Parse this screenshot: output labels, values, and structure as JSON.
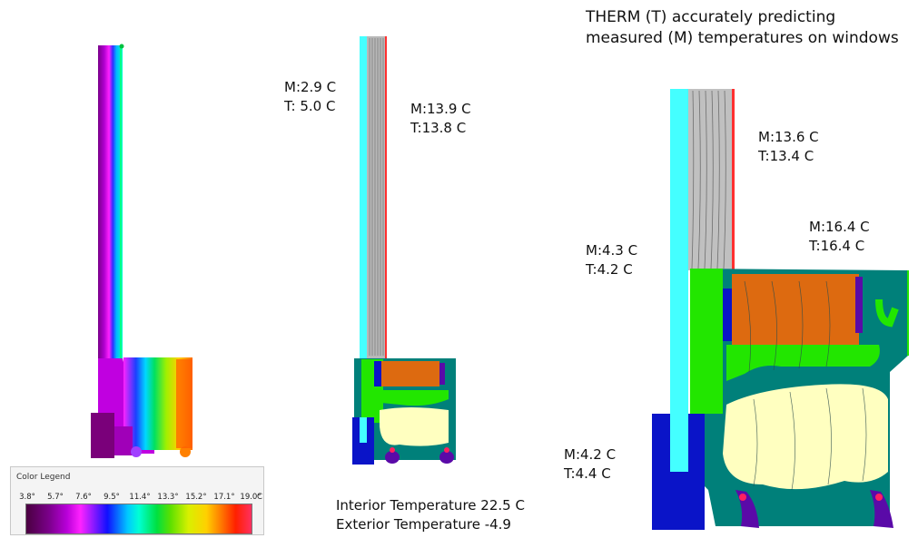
{
  "title_lines": [
    "THERM (T) accurately predicting",
    "measured (M) temperatures on windows"
  ],
  "labels": {
    "mid_outer": {
      "m": "M:2.9 C",
      "t": "T: 5.0 C"
    },
    "mid_inner": {
      "m": "M:13.9 C",
      "t": "T:13.8 C"
    },
    "right_glass": {
      "m": "M:13.6 C",
      "t": "T:13.4 C"
    },
    "right_frame": {
      "m": "M:16.4 C",
      "t": "T:16.4 C"
    },
    "right_outer": {
      "m": "M:4.3 C",
      "t": "T:4.2 C"
    },
    "right_base": {
      "m": "M:4.2 C",
      "t": "T:4.4 C"
    }
  },
  "conditions": [
    "Interior Temperature 22.5 C",
    "Exterior Temperature -4.9"
  ],
  "legend": {
    "title": "Color Legend",
    "ticks": [
      "3.8°",
      "5.7°",
      "7.6°",
      "9.5°",
      "11.4°",
      "13.3°",
      "15.2°",
      "17.1°",
      "19.0°"
    ],
    "unit": "C"
  },
  "colors": {
    "frame_teal": "#00807a",
    "foam_green": "#22e600",
    "insul_yellow": "#ffffc0",
    "wood_orange": "#dd6a10",
    "glass_cyan": "#44ffff",
    "steel_blue": "#0a14c8",
    "seal_purple": "#5a0aa8",
    "glazing_grey": "#c0c0c0"
  }
}
